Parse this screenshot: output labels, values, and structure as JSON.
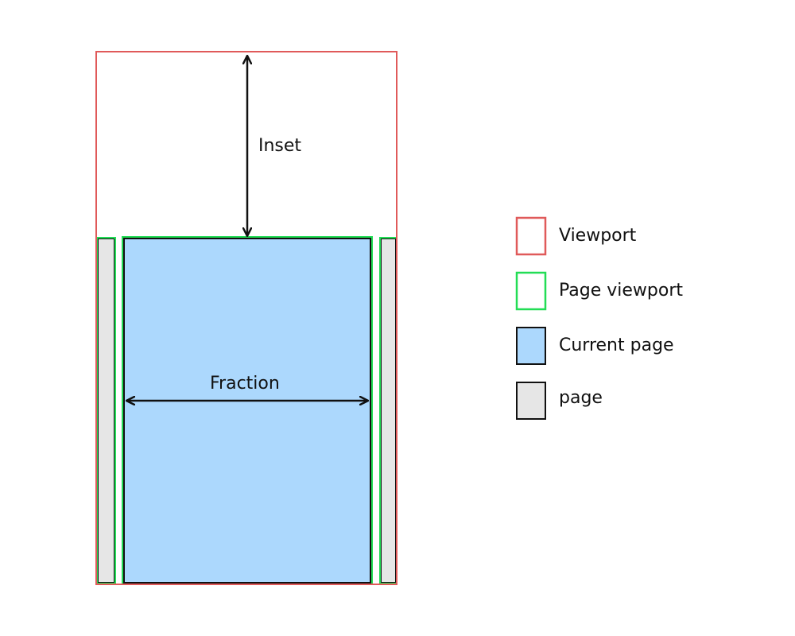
{
  "diagram": {
    "labels": {
      "inset": "Inset",
      "fraction": "Fraction"
    }
  },
  "legend": {
    "items": [
      {
        "label": "Viewport",
        "stroke": "#e05a5a",
        "fill": "#ffffff"
      },
      {
        "label": "Page viewport",
        "stroke": "#22dd55",
        "fill": "#ffffff"
      },
      {
        "label": "Current page",
        "stroke": "#111111",
        "fill": "#acd8fd"
      },
      {
        "label": "page",
        "stroke": "#111111",
        "fill": "#e6e6e6"
      }
    ]
  },
  "colors": {
    "viewport_stroke": "#e05a5a",
    "page_viewport_stroke": "#22dd55",
    "current_page_fill": "#acd8fd",
    "page_fill": "#e6e6e6",
    "outline": "#111111"
  }
}
